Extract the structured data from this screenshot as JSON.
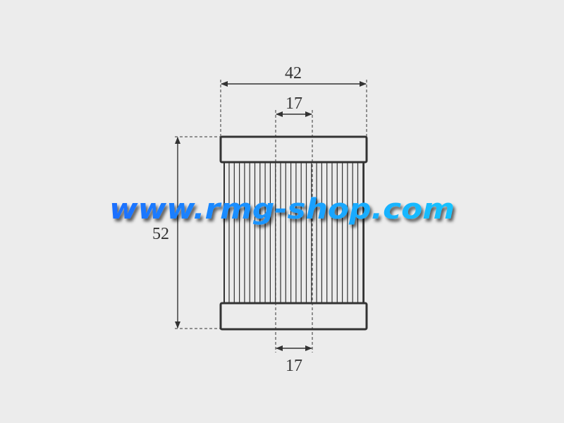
{
  "dimensions": {
    "outer_width": "42",
    "inner_top": "17",
    "inner_bottom": "17",
    "height": "52"
  },
  "watermark": "www.rmg-shop.com",
  "colors": {
    "background": "#ececec",
    "line": "#333333",
    "watermark": "#1e90ff"
  }
}
